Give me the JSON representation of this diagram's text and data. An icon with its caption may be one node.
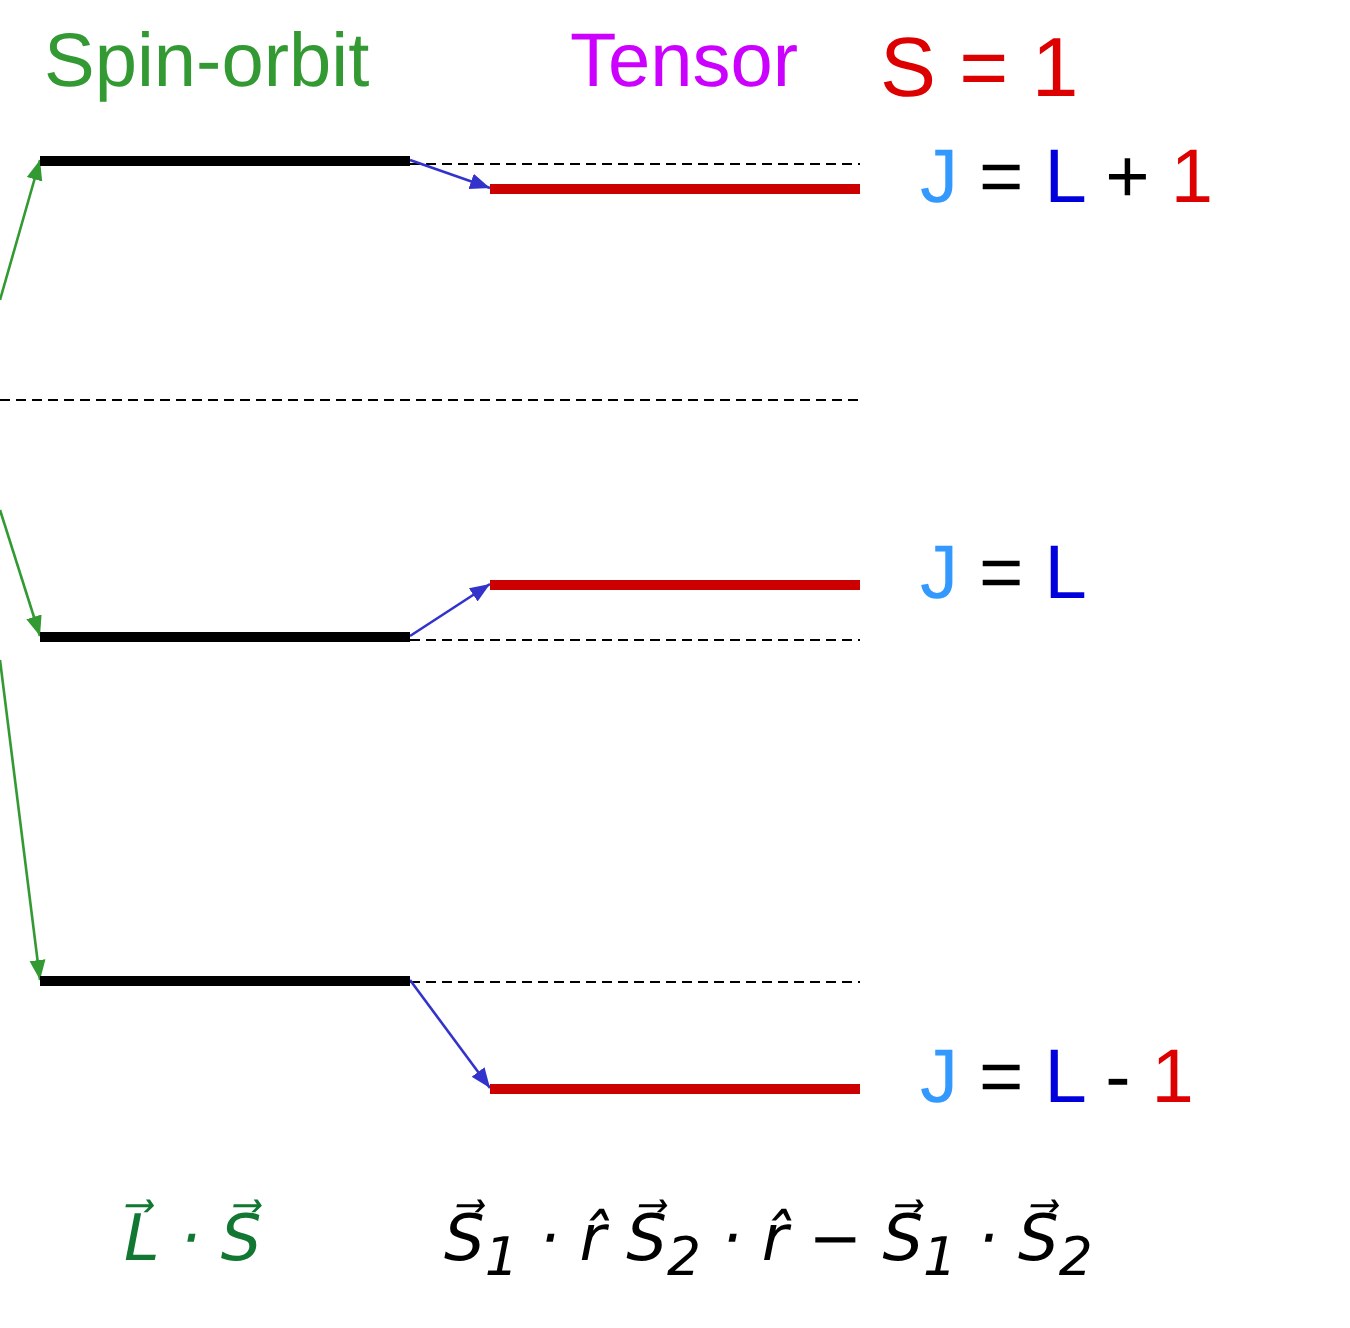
{
  "diagram": {
    "nodes": [
      {
        "text": [],
        "shape": "bar"
      },
      {
        "text": [],
        "shape": "bar",
        "beside": [
          "J = L + 1"
        ]
      },
      {
        "text": [],
        "shape": "bar"
      },
      {
        "text": [],
        "shape": "bar",
        "beside": [
          "J = L"
        ]
      },
      {
        "text": [],
        "shape": "bar"
      },
      {
        "text": [],
        "shape": "bar",
        "beside": [
          "J = L - 1"
        ]
      }
    ],
    "edges": [
      {
        "from": null,
        "to": 0,
        "arrow": "to",
        "color": "#339933"
      },
      {
        "from": null,
        "to": 2,
        "arrow": "to",
        "color": "#339933"
      },
      {
        "from": null,
        "to": 4,
        "arrow": "to",
        "color": "#339933"
      },
      {
        "from": 0,
        "to": 1,
        "arrow": "to",
        "color": "#3333cc"
      },
      {
        "from": 2,
        "to": 3,
        "arrow": "to",
        "color": "#3333cc"
      },
      {
        "from": 4,
        "to": 5,
        "arrow": "to",
        "color": "#3333cc"
      }
    ],
    "labels": [
      "Spin-orbit",
      "Tensor",
      "S = 1",
      "L⃗ · S⃗",
      "S⃗$_{1}$ · r̂ S⃗$_{2}$ · r̂ − S⃗$_{1}$ · S⃗$_{2}$"
    ]
  }
}
